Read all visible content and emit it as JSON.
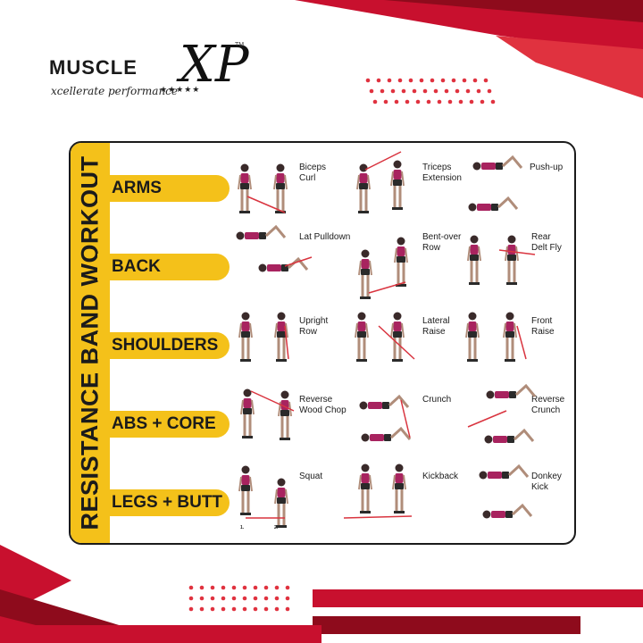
{
  "brand": {
    "wordmark": "MUSCLE",
    "mark": "XP",
    "trademark": "TM",
    "tagline": "xcellerate performance",
    "stars": "★★★★★"
  },
  "poster": {
    "title": "RESISTANCE BAND WORKOUT",
    "categories": [
      "ARMS",
      "BACK",
      "SHOULDERS",
      "ABS + CORE",
      "LEGS + BUTT"
    ],
    "exercises": [
      [
        "Biceps\nCurl",
        "Triceps\nExtension",
        "Push-up"
      ],
      [
        "Lat Pulldown",
        "Bent-over\nRow",
        "Rear\nDelt Fly"
      ],
      [
        "Upright\nRow",
        "Lateral\nRaise",
        "Front\nRaise"
      ],
      [
        "Reverse\nWood Chop",
        "Crunch",
        "Reverse\nCrunch"
      ],
      [
        "Squat",
        "Kickback",
        "Donkey\nKick"
      ]
    ],
    "step_labels": [
      "1.",
      "2."
    ]
  },
  "colors": {
    "accent_yellow": "#f4c11a",
    "brand_red": "#c8102e",
    "dark_red": "#8e0b1c",
    "figure_magenta": "#a8235f",
    "band_red": "#d9343f"
  }
}
